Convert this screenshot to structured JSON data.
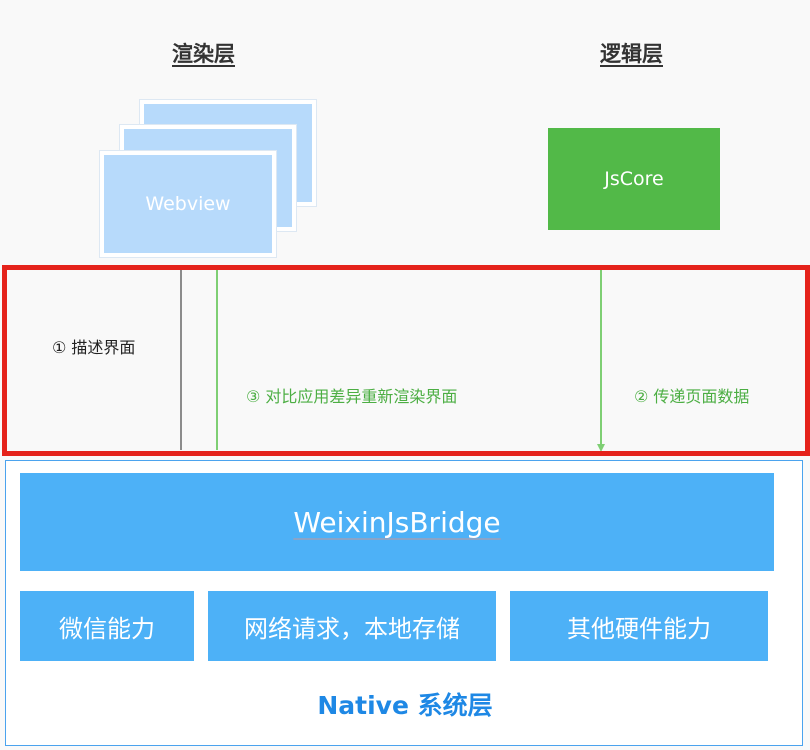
{
  "render_layer": {
    "title": "渲染层",
    "webview_label": "Webview"
  },
  "logic_layer": {
    "title": "逻辑层",
    "jscore_label": "JsCore"
  },
  "communication": {
    "describe_ui": "① 描述界面",
    "diff_rerender": "③ 对比应用差异重新渲染界面",
    "pass_data": "② 传递页面数据"
  },
  "native": {
    "bridge_label": "WeixinJsBridge",
    "capabilities": [
      "微信能力",
      "网络请求，本地存储",
      "其他硬件能力"
    ],
    "layer_label": "Native 系统层"
  },
  "colors": {
    "highlight": "#e5231b",
    "native_blue": "#4db1f7",
    "jscore_green": "#52b948",
    "webview_blue": "#b7dafb",
    "arrow_green": "#7fcf74",
    "native_text": "#1e88e5"
  }
}
